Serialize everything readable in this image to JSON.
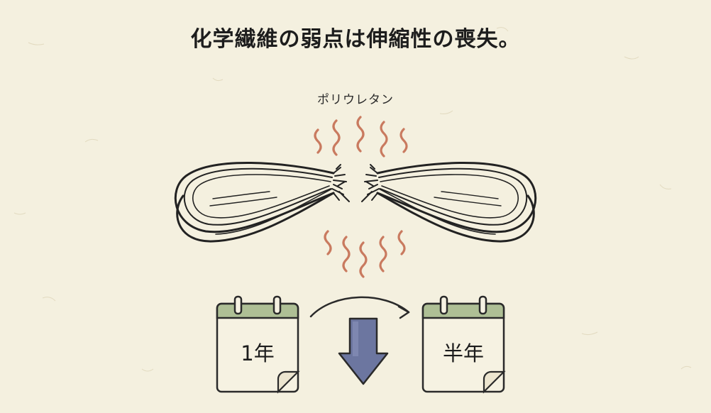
{
  "title": "化学繊維の弱点は伸縮性の喪失。",
  "material_label": "ポリウレタン",
  "calendar_before": "1年",
  "calendar_after": "半年",
  "colors": {
    "background": "#f4f0df",
    "heat_lines": "#c97a5f",
    "calendar_header": "#aebf95",
    "arrow_fill": "#6c76a0",
    "ink": "#222222"
  },
  "icons": {
    "broken_fiber": "broken-elastic-band-icon",
    "heat": "heat-wave-icon",
    "calendar": "calendar-icon",
    "decrease": "down-arrow-icon",
    "transition": "curved-arrow-icon"
  }
}
